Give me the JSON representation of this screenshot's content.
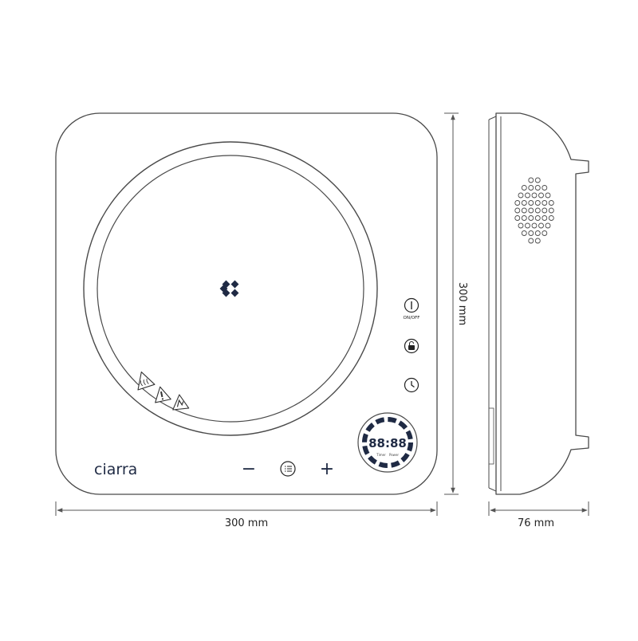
{
  "brand": {
    "logo_text": "ciarra"
  },
  "controls": {
    "power_label": "ON/OFF",
    "minus_symbol": "−",
    "plus_symbol": "+"
  },
  "display": {
    "digits": "88:88",
    "timer_label": "Timer",
    "power_label": "Power"
  },
  "dimensions": {
    "width": "300 mm",
    "height": "300 mm",
    "depth": "76 mm"
  },
  "colors": {
    "outline": "#4a4a4a",
    "dark": "#1f2a44",
    "dimension_line": "#555555",
    "text": "#222222"
  },
  "icons": {
    "power": "power-icon",
    "lock": "lock-icon",
    "timer": "clock-icon",
    "menu": "menu-icon",
    "brand_mark": "brand-logo-icon",
    "warning_hot": "warning-hot-surface-icon",
    "warning_caution": "warning-exclamation-icon",
    "warning_magnetic": "warning-magnetic-icon"
  }
}
